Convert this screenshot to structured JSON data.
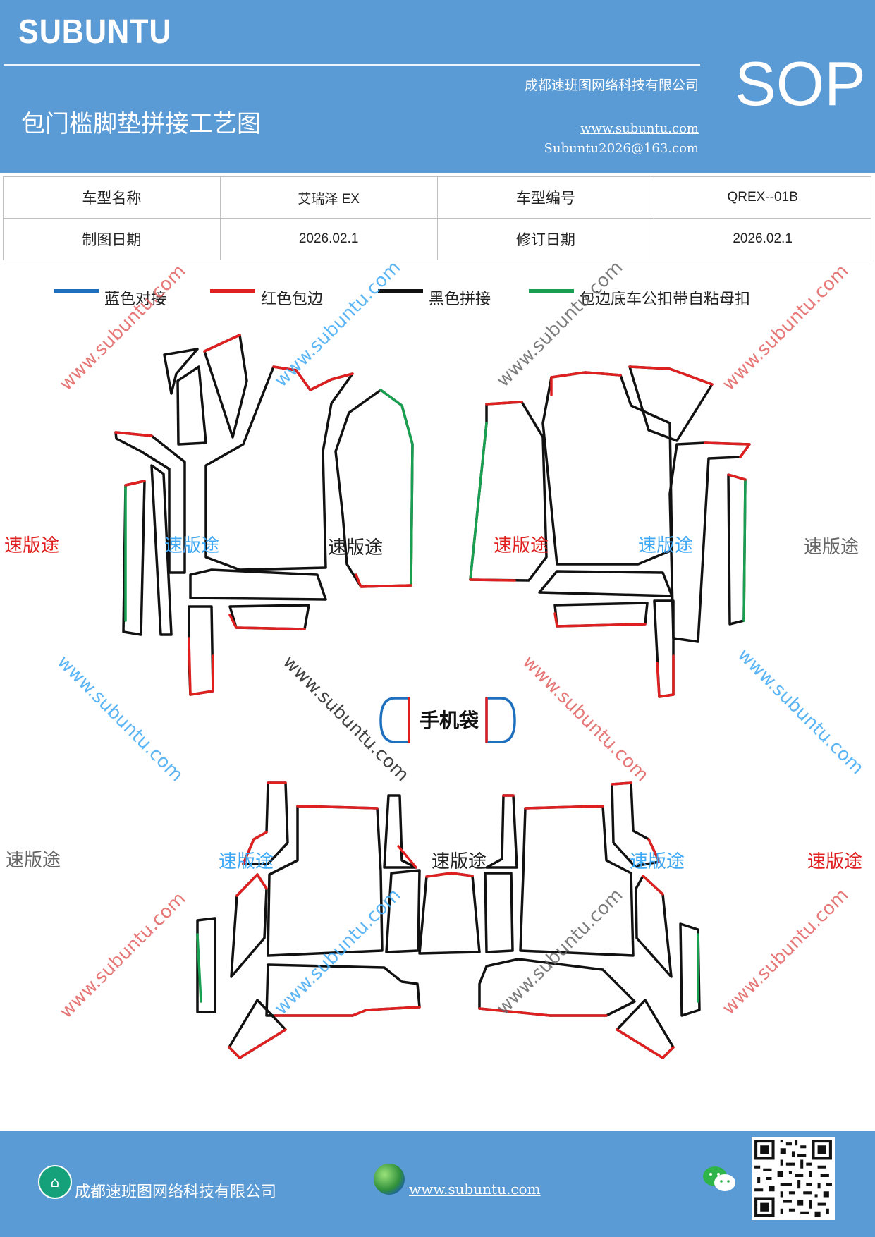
{
  "header": {
    "brand": "SUBUNTU",
    "company": "成都速班图网络科技有限公司",
    "title": "包门槛脚垫拼接工艺图",
    "website": "www.subuntu.com",
    "email": "Subuntu2026@163.com",
    "badge": "SOP"
  },
  "info_table": {
    "rows": [
      [
        "车型名称",
        "艾瑞泽 EX",
        "车型编号",
        "QREX--01B"
      ],
      [
        "制图日期",
        "2026.02.1",
        "修订日期",
        "2026.02.1"
      ]
    ]
  },
  "legend": [
    {
      "label": "蓝色对接",
      "color": "#1f6fbf"
    },
    {
      "label": "红色包边",
      "color": "#e02020"
    },
    {
      "label": "黑色拼接",
      "color": "#111111"
    },
    {
      "label": "包边底车公扣带自粘母扣",
      "color": "#18a050"
    }
  ],
  "diagram": {
    "phone_bag_label": "手机袋",
    "watermark_name": "速版途",
    "watermark_url": "www.subuntu.com"
  },
  "footer": {
    "company": "成都速班图网络科技有限公司",
    "website": "www.subuntu.com "
  },
  "icons": [
    "home-icon",
    "globe-icon",
    "wechat-icon",
    "qr-code-icon"
  ],
  "colors": {
    "header_bg": "#5b9bd5",
    "edge_red": "#e02020",
    "edge_green": "#18a050",
    "edge_blue": "#1f6fbf",
    "edge_black": "#111111"
  }
}
